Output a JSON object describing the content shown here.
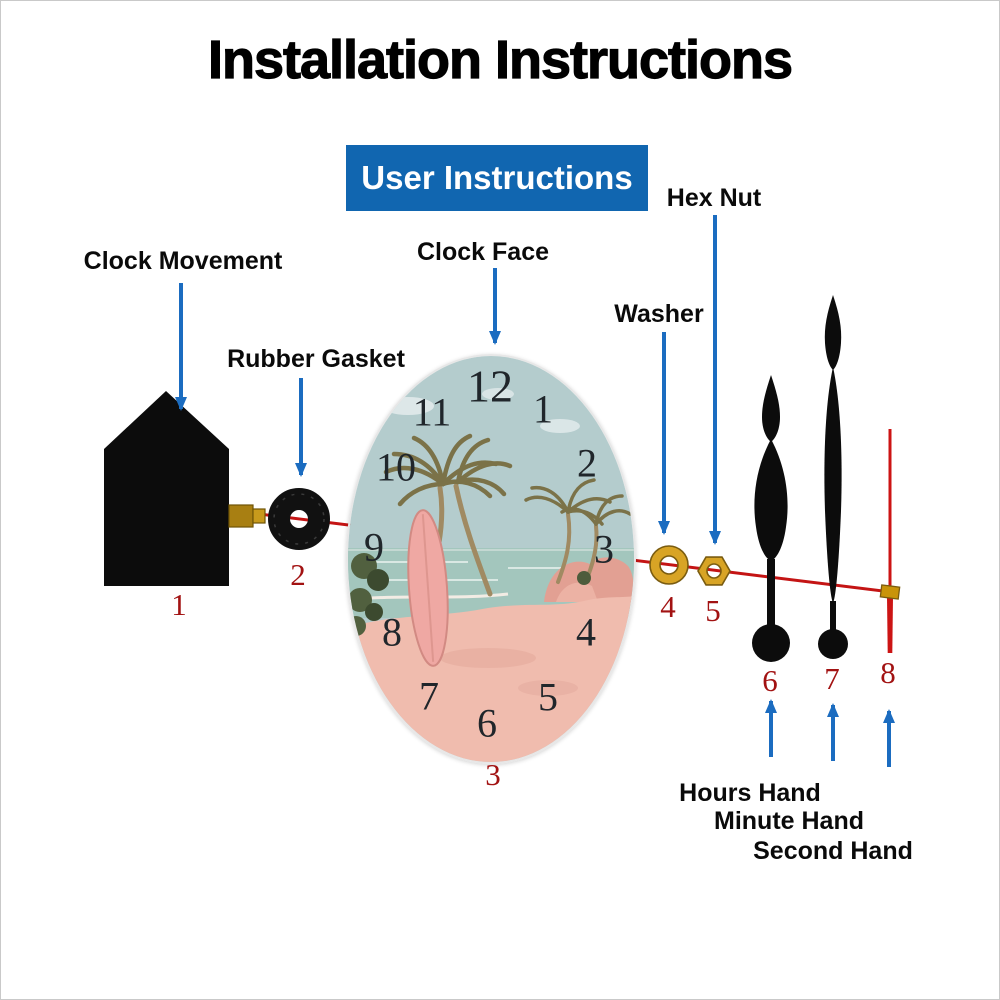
{
  "title": "Installation Instructions",
  "banner": {
    "label": "User Instructions"
  },
  "labels": {
    "clock_movement": "Clock Movement",
    "rubber_gasket": "Rubber Gasket",
    "clock_face": "Clock Face",
    "hex_nut": "Hex Nut",
    "washer": "Washer",
    "hours_hand": "Hours Hand",
    "minute_hand": "Minute Hand",
    "second_hand": "Second Hand"
  },
  "part_numbers": {
    "movement": "1",
    "gasket": "2",
    "face": "3",
    "washer": "4",
    "hex_nut": "5",
    "hours_hand": "6",
    "minute_hand": "7",
    "second_hand": "8"
  },
  "clock_numerals": [
    "12",
    "1",
    "2",
    "3",
    "4",
    "5",
    "6",
    "7",
    "8",
    "9",
    "10",
    "11"
  ],
  "colors": {
    "banner_blue": "#1166b0",
    "arrow_blue": "#1b6cc0",
    "axis_red": "#c41414",
    "part_number_red": "#a21212",
    "gold": "#d8a425",
    "hand_black": "#0c0c0c",
    "second_hand_red": "#cc1414"
  }
}
